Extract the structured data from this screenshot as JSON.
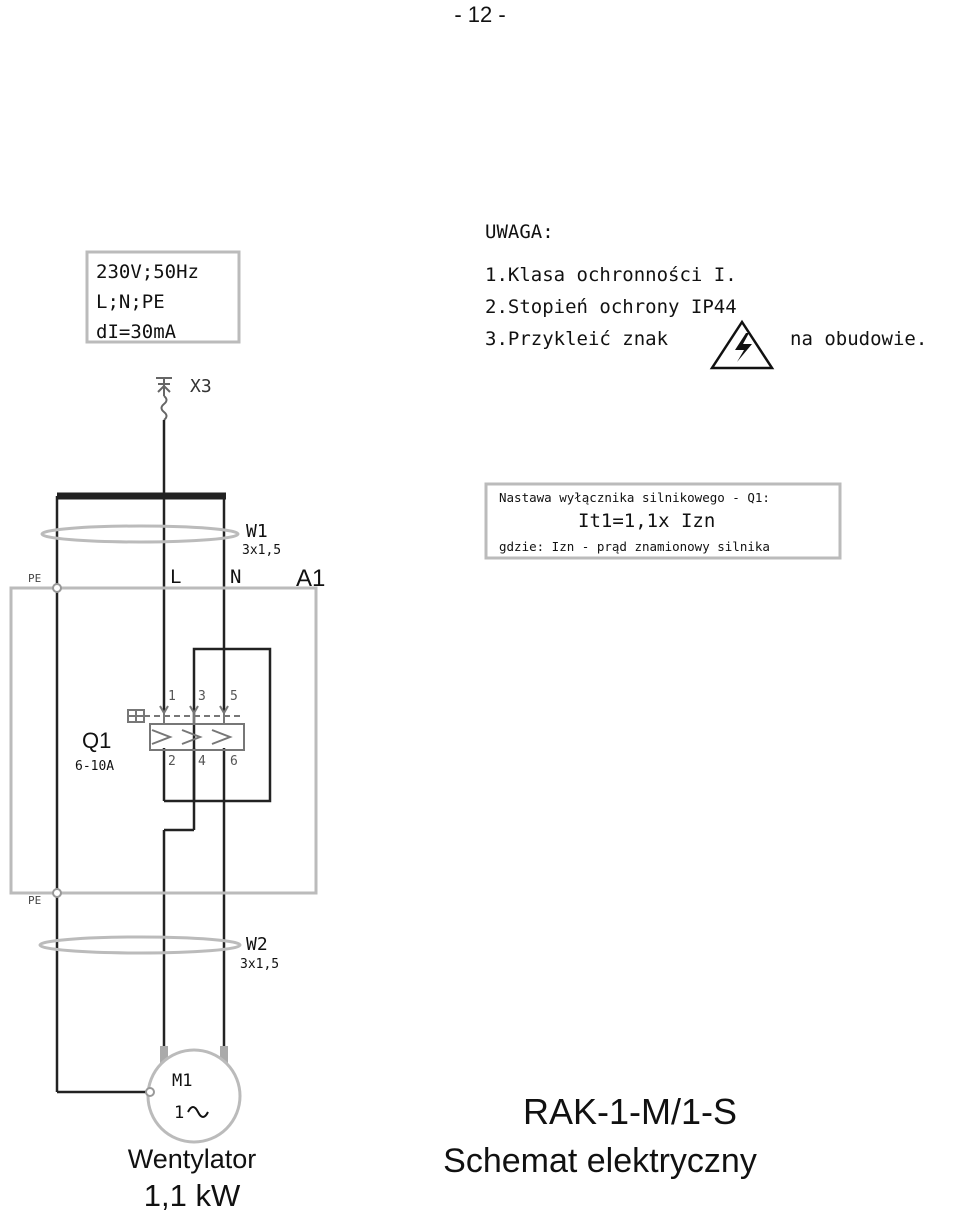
{
  "page": {
    "number": "- 12 -"
  },
  "supply": {
    "lines": [
      "230V;50Hz",
      "L;N;PE",
      "dI=30mA"
    ],
    "connector": "X3"
  },
  "notes": {
    "heading": "UWAGA:",
    "items": [
      "1.Klasa ochronności I.",
      "2.Stopień ochrony IP44",
      "3.Przykleić znak",
      "na obudowie."
    ]
  },
  "setting_box": {
    "line1": "Nastawa wyłącznika silnikowego - Q1:",
    "line2": "It1=1,1x Izn",
    "line3": "gdzie: Izn - prąd znamionowy silnika"
  },
  "cable_in": {
    "name": "W1",
    "spec": "3x1,5"
  },
  "cable_out": {
    "name": "W2",
    "spec": "3x1,5"
  },
  "rails": {
    "l": "L",
    "n": "N",
    "pe_top": "PE",
    "pe_bottom": "PE"
  },
  "enclosure": {
    "name": "A1"
  },
  "breaker": {
    "name": "Q1",
    "rating": "6-10A",
    "top_terminals": [
      "1",
      "3",
      "5"
    ],
    "bottom_terminals": [
      "2",
      "4",
      "6"
    ]
  },
  "motor": {
    "name": "M1",
    "phase": "1",
    "description": "Wentylator",
    "power": "1,1 kW"
  },
  "title_block": {
    "code": "RAK-1-M/1-S",
    "title": "Schemat elektryczny"
  },
  "colors": {
    "wire": "#222222",
    "frame": "#bbbbbb",
    "text": "#111111"
  },
  "icons": [
    "warning-triangle-icon",
    "connector-icon",
    "ac-sine-icon"
  ]
}
